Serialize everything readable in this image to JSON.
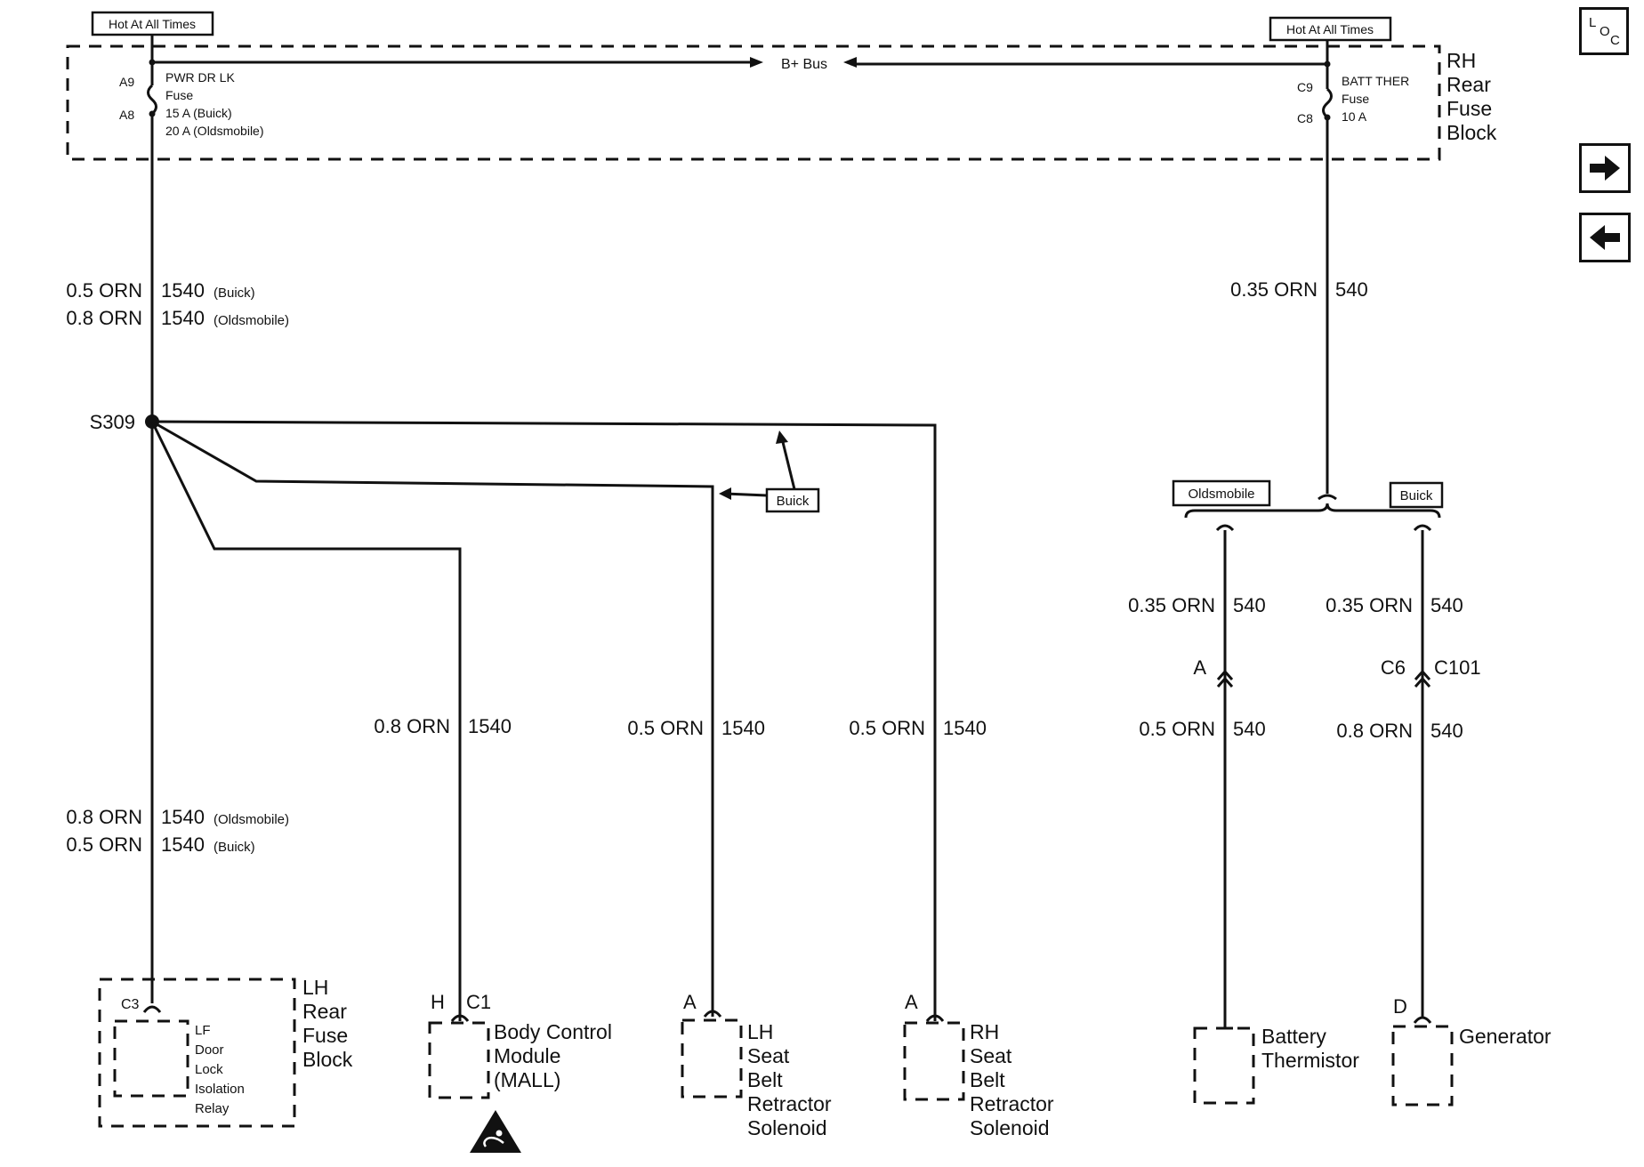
{
  "tags": {
    "hot_left": "Hot At All Times",
    "hot_right": "Hot At All Times",
    "oldsmobile": "Oldsmobile",
    "buick_right": "Buick",
    "buick_mid": "Buick"
  },
  "rh_fuse_block": {
    "label": [
      "RH",
      "Rear",
      "Fuse",
      "Block"
    ],
    "bus_label": "B+ Bus",
    "left_fuse": {
      "pin_top": "A9",
      "pin_bottom": "A8",
      "lines": [
        "PWR DR LK",
        "Fuse",
        "15 A  (Buick)",
        "20 A  (Oldsmobile)"
      ]
    },
    "right_fuse": {
      "pin_top": "C9",
      "pin_bottom": "C8",
      "lines": [
        "BATT THER",
        "Fuse",
        "10 A"
      ]
    }
  },
  "wires": {
    "main_top": [
      {
        "color": "0.5 ORN",
        "circuit": "1540",
        "note": "(Buick)"
      },
      {
        "color": "0.8 ORN",
        "circuit": "1540",
        "note": "(Oldsmobile)"
      }
    ],
    "main_bottom": [
      {
        "color": "0.8 ORN",
        "circuit": "1540",
        "note": "(Oldsmobile)"
      },
      {
        "color": "0.5 ORN",
        "circuit": "1540",
        "note": "(Buick)"
      }
    ],
    "splice": "S309",
    "bcm": {
      "color": "0.8 ORN",
      "circuit": "1540"
    },
    "lh_seat": {
      "color": "0.5 ORN",
      "circuit": "1540"
    },
    "rh_seat": {
      "color": "0.5 ORN",
      "circuit": "1540"
    },
    "therm_feed": {
      "color": "0.35 ORN",
      "circuit": "540"
    },
    "olds_upper": {
      "color": "0.35 ORN",
      "circuit": "540"
    },
    "olds_lower": {
      "color": "0.5 ORN",
      "circuit": "540"
    },
    "buick_upper": {
      "color": "0.35 ORN",
      "circuit": "540"
    },
    "buick_lower": {
      "color": "0.8 ORN",
      "circuit": "540"
    },
    "olds_pin": "A",
    "buick_pin": "C6",
    "buick_conn": "C101"
  },
  "components": {
    "lh_fuse_block": {
      "label": [
        "LH",
        "Rear",
        "Fuse",
        "Block"
      ],
      "pin": "C3",
      "inner": [
        "LF",
        "Door",
        "Lock",
        "Isolation",
        "Relay"
      ]
    },
    "bcm": {
      "pin": "H",
      "conn": "C1",
      "label": [
        "Body Control",
        "Module",
        "(MALL)"
      ]
    },
    "lh_seat": {
      "pin": "A",
      "label": [
        "LH",
        "Seat",
        "Belt",
        "Retractor",
        "Solenoid"
      ]
    },
    "rh_seat": {
      "pin": "A",
      "label": [
        "RH",
        "Seat",
        "Belt",
        "Retractor",
        "Solenoid"
      ]
    },
    "battery_thermistor": {
      "label": [
        "Battery",
        "Thermistor"
      ]
    },
    "generator": {
      "pin": "D",
      "label": [
        "Generator"
      ]
    }
  },
  "nav": {
    "loc_icon": "loc-icon",
    "loc_letters": [
      "L",
      "O",
      "C"
    ],
    "next_icon": "arrow-right-icon",
    "prev_icon": "arrow-left-icon"
  }
}
